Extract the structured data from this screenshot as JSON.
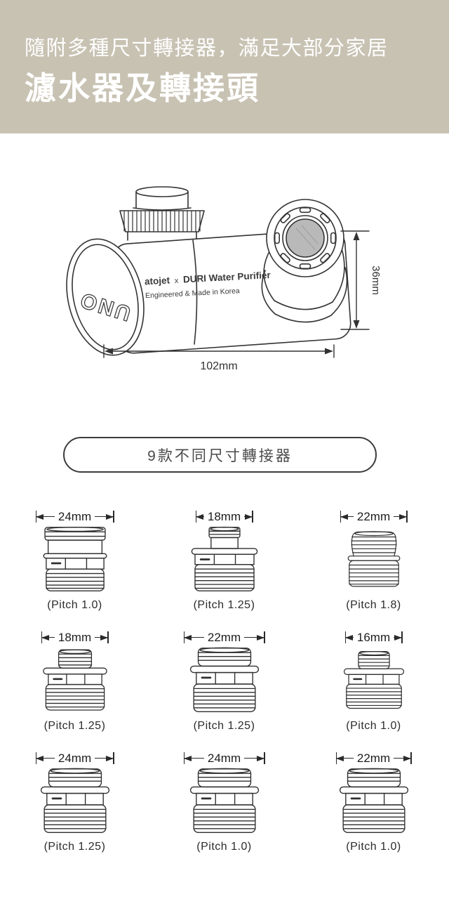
{
  "header": {
    "subtitle": "隨附多種尺寸轉接器，滿足大部分家居",
    "title": "濾水器及轉接頭"
  },
  "product": {
    "cap_label": "UNO",
    "brand": "atojet",
    "separator": "x",
    "name": "DURI Water Purifier",
    "origin": "Engineered & Made in Korea",
    "dim_height": "36mm",
    "dim_length": "102mm"
  },
  "badge": {
    "label": "9款不同尺寸轉接器"
  },
  "adapters": [
    {
      "size": "24mm",
      "pitch": "(Pitch 1.0)"
    },
    {
      "size": "18mm",
      "pitch": "(Pitch 1.25)"
    },
    {
      "size": "22mm",
      "pitch": "(Pitch 1.8)"
    },
    {
      "size": "18mm",
      "pitch": "(Pitch 1.25)"
    },
    {
      "size": "22mm",
      "pitch": "(Pitch 1.25)"
    },
    {
      "size": "16mm",
      "pitch": "(Pitch 1.0)"
    },
    {
      "size": "24mm",
      "pitch": "(Pitch 1.25)"
    },
    {
      "size": "24mm",
      "pitch": "(Pitch 1.0)"
    },
    {
      "size": "22mm",
      "pitch": "(Pitch 1.0)"
    }
  ],
  "colors": {
    "header_bg": "#c8c2b3",
    "header_text": "#ffffff",
    "line_art": "#333333",
    "aerator_gray": "#b9b9b9",
    "text_dark": "#2b2b2b"
  }
}
